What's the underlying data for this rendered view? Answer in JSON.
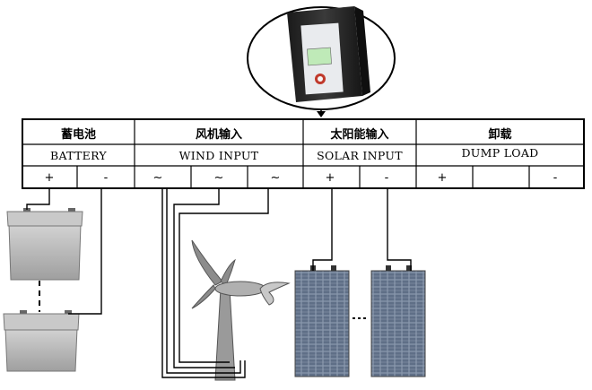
{
  "terminal_block": {
    "sections": [
      {
        "zh": "蓄电池",
        "en": "BATTERY",
        "terminals": [
          "+",
          "-"
        ]
      },
      {
        "zh": "风机输入",
        "en": "WIND INPUT",
        "terminals": [
          "~",
          "~",
          "~"
        ]
      },
      {
        "zh": "太阳能输入",
        "en": "SOLAR INPUT",
        "terminals": [
          "+",
          "-"
        ]
      },
      {
        "zh": "卸载",
        "en": "DUMP LOAD",
        "terminals": [
          "+",
          "",
          "-"
        ]
      }
    ]
  },
  "colors": {
    "line": "#000000",
    "device_body": "#2b2b2b",
    "panel_cell": "#7f8ea3",
    "battery": "#b9b9b9"
  },
  "icons": [
    "controller-device",
    "battery",
    "wind-turbine",
    "solar-panel"
  ]
}
